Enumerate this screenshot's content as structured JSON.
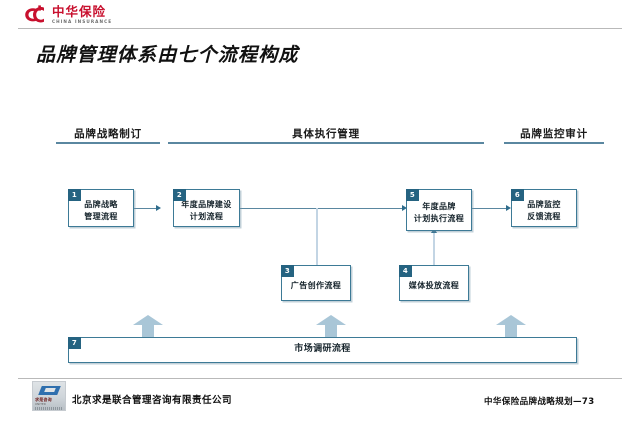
{
  "brand": {
    "logo_cn": "中华保险",
    "logo_en": "CHINA  INSURANCE",
    "logo_icon": "china-insurance-c-mark"
  },
  "slide": {
    "title": "品牌管理体系由七个流程构成",
    "page_label": "中华保险品牌战略规划—73"
  },
  "columns": [
    {
      "label": "品牌战略制订"
    },
    {
      "label": "具体执行管理"
    },
    {
      "label": "品牌监控审计"
    }
  ],
  "processes": [
    {
      "num": "1",
      "label": "品牌战略\n管理流程"
    },
    {
      "num": "2",
      "label": "年度品牌建设\n计划流程"
    },
    {
      "num": "3",
      "label": "广告创作流程"
    },
    {
      "num": "4",
      "label": "媒体投放流程"
    },
    {
      "num": "5",
      "label": "年度品牌\n计划执行流程"
    },
    {
      "num": "6",
      "label": "品牌监控\n反馈流程"
    },
    {
      "num": "7",
      "label": "市场调研流程"
    }
  ],
  "footer": {
    "company": "北京求是联合管理咨询有限责任公司",
    "logo_cn": "求是咨询",
    "logo_en": "UNITED",
    "logo_icon": "qiushi-consulting-mark"
  },
  "colors": {
    "brand_red": "#C8102E",
    "accent_blue": "#3D7A96",
    "tab_blue": "#256381",
    "rule_blue": "#5A87A0",
    "arrow_fill": "#A9C6D7"
  }
}
